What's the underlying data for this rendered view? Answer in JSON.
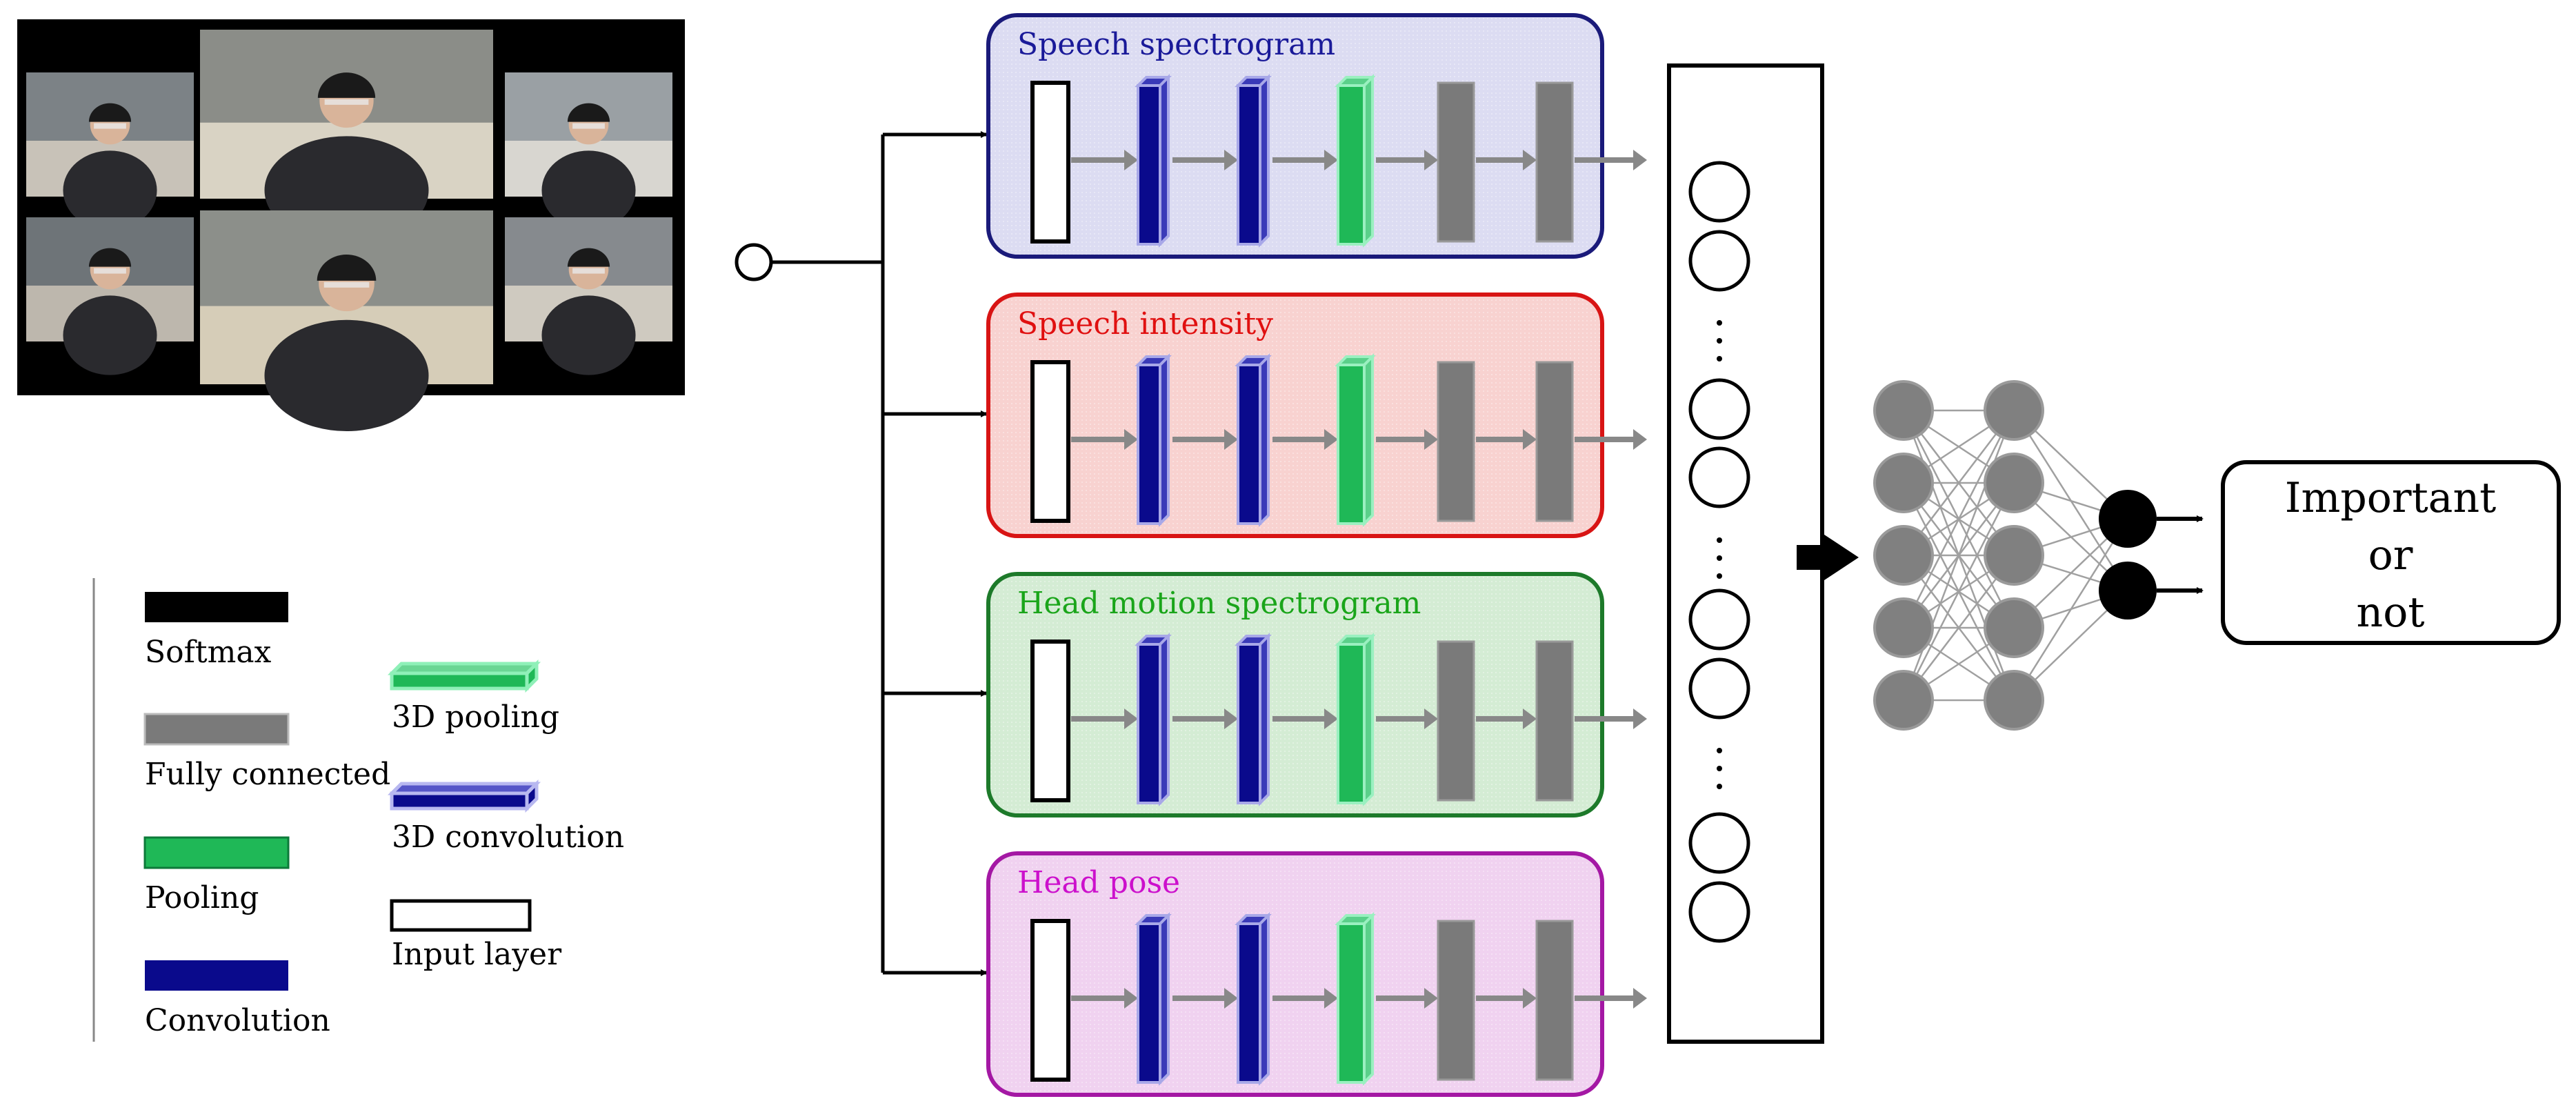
{
  "streams": [
    {
      "title": "Speech spectrogram",
      "title_color": "#1a1a99",
      "fill": "#dcdcf2",
      "border": "#1a1a7a"
    },
    {
      "title": "Speech intensity",
      "title_color": "#e01010",
      "fill": "#f8d2d0",
      "border": "#d81414"
    },
    {
      "title": "Head motion spectrogram",
      "title_color": "#1aa51a",
      "fill": "#d4ecd4",
      "border": "#1d7a2a"
    },
    {
      "title": "Head pose",
      "title_color": "#cc10cc",
      "fill": "#f0d2f0",
      "border": "#a418a4"
    }
  ],
  "legend": {
    "col1": [
      {
        "label": "Softmax",
        "kind": "softmax"
      },
      {
        "label": "Fully connected",
        "kind": "fc"
      },
      {
        "label": "Pooling",
        "kind": "pool"
      },
      {
        "label": "Convolution",
        "kind": "conv"
      }
    ],
    "col2": [
      {
        "label": "3D pooling",
        "kind": "pool3d"
      },
      {
        "label": "3D convolution",
        "kind": "conv3d"
      },
      {
        "label": "Input layer",
        "kind": "input"
      }
    ]
  },
  "output": {
    "lines": [
      "Important",
      "or",
      "not"
    ]
  },
  "colors": {
    "conv": "#0a0a8c",
    "pool": "#1fb857",
    "fc": "#7a7a7a",
    "softmax": "#000000",
    "arrow_gray": "#888888",
    "node_gray": "#808080"
  },
  "icons": [
    "meeting-video-photo",
    "input-source-circle"
  ]
}
